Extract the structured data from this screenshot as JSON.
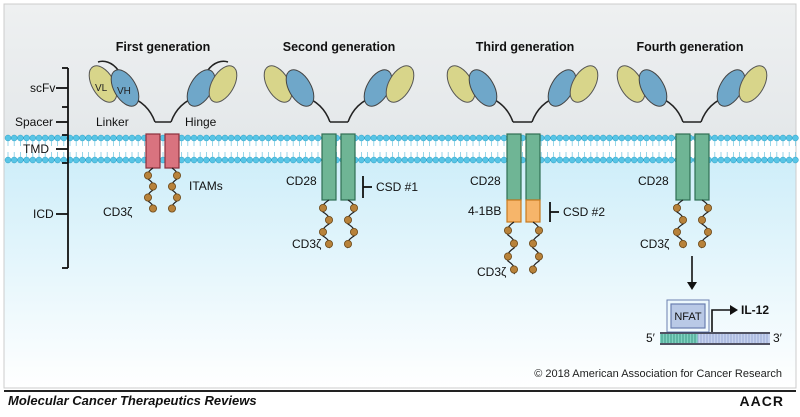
{
  "generations": [
    {
      "title": "First generation",
      "domain_labels": {
        "vl": "VL",
        "vh": "VH",
        "linker": "Linker",
        "hinge": "Hinge",
        "itams": "ITAMs",
        "cd3z": "CD3ζ"
      }
    },
    {
      "title": "Second generation",
      "domain_labels": {
        "cd28": "CD28",
        "csd": "CSD #1",
        "cd3z": "CD3ζ"
      }
    },
    {
      "title": "Third generation",
      "domain_labels": {
        "cd28": "CD28",
        "costim2": "4-1BB",
        "csd": "CSD #2",
        "cd3z": "CD3ζ"
      }
    },
    {
      "title": "Fourth generation",
      "domain_labels": {
        "cd28": "CD28",
        "cd3z": "CD3ζ",
        "nfat": "NFAT",
        "il12": "IL-12",
        "five_prime": "5′",
        "three_prime": "3′"
      }
    }
  ],
  "region_labels": [
    "scFv",
    "Spacer",
    "TMD",
    "ICD"
  ],
  "colors": {
    "membrane_head": "#58c5e6",
    "intracellular": "#d9f1fa",
    "extracellular": "#f1f3f4",
    "vl": "#d8d58a",
    "vh": "#6fa7c9",
    "first_gen_tmd": "#d9737f",
    "tmd_green": "#6fb595",
    "costim_orange": "#f6b56a",
    "itam_bead": "#b8823a",
    "nfat_box": "#b9c9e6"
  },
  "copyright": "© 2018 American Association for Cancer Research",
  "journal": "Molecular Cancer Therapeutics Reviews",
  "logo": "AACR"
}
